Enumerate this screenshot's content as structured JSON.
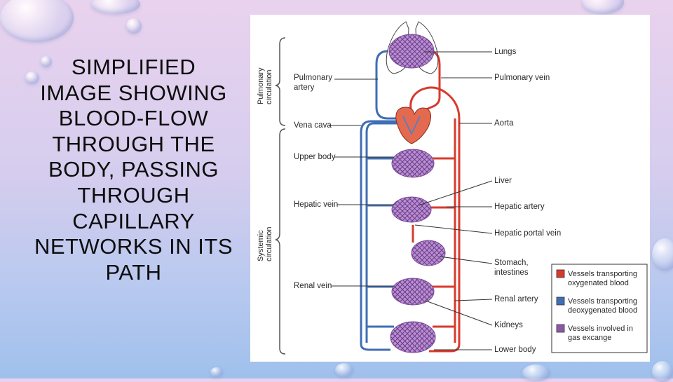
{
  "slide": {
    "title": "SIMPLIFIED IMAGE SHOWING BLOOD-FLOW THROUGH THE BODY, PASSING THROUGH CAPILLARY NETWORKS IN ITS PATH"
  },
  "diagram": {
    "colors": {
      "oxygenated": "#d83a2e",
      "deoxygenated": "#3f6eb4",
      "capillary": "#8a5aa8"
    },
    "sections": {
      "pulmonary_line1": "Pulmonary",
      "pulmonary_line2": "circulation",
      "systemic_line1": "Systemic",
      "systemic_line2": "circulation"
    },
    "left_labels": {
      "pulmonary_artery_1": "Pulmonary",
      "pulmonary_artery_2": "artery",
      "vena_cava": "Vena cava",
      "upper_body": "Upper body",
      "hepatic_vein": "Hepatic vein",
      "renal_vein": "Renal vein"
    },
    "right_labels": {
      "lungs": "Lungs",
      "pulmonary_vein": "Pulmonary vein",
      "aorta": "Aorta",
      "liver": "Liver",
      "hepatic_artery": "Hepatic artery",
      "hepatic_portal_vein": "Hepatic portal vein",
      "stomach_1": "Stomach,",
      "stomach_2": "intestines",
      "renal_artery": "Renal artery",
      "kidneys": "Kidneys",
      "lower_body": "Lower body"
    },
    "legend": {
      "oxygenated_1": "Vessels transporting",
      "oxygenated_2": "oxygenated blood",
      "deoxygenated_1": "Vessels transporting",
      "deoxygenated_2": "deoxygenated blood",
      "gas_1": "Vessels involved in",
      "gas_2": "gas excange"
    }
  }
}
